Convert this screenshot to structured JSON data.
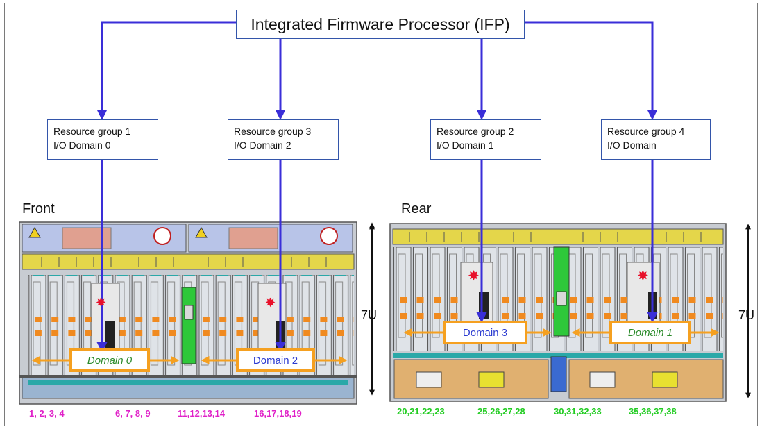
{
  "title": "Integrated Firmware Processor (IFP)",
  "resource_groups": [
    {
      "line1": "Resource group 1",
      "line2": "I/O Domain 0"
    },
    {
      "line1": "Resource group 3",
      "line2": "I/O Domain 2"
    },
    {
      "line1": "Resource group 2",
      "line2": "I/O Domain 1"
    },
    {
      "line1": "Resource group 4",
      "line2": "I/O Domain"
    }
  ],
  "front": {
    "label": "Front",
    "height_label": "7U",
    "domains": [
      "Domain 0",
      "Domain 2"
    ],
    "slot_numbers": [
      "1,  2,  3, 4",
      "6, 7, 8, 9",
      "11,12,13,14",
      "16,17,18,19"
    ]
  },
  "rear": {
    "label": "Rear",
    "height_label": "7U",
    "domains": [
      "Domain 3",
      "Domain 1"
    ],
    "slot_numbers": [
      "20,21,22,23",
      "25,26,27,28",
      "30,31,32,33",
      "35,36,37,38"
    ]
  },
  "colors": {
    "arrow": "#3a2ed8",
    "domain_border": "#f5a020",
    "front_numbers": "#e020c8",
    "rear_numbers": "#22cc22",
    "marker": "#e8102a"
  }
}
